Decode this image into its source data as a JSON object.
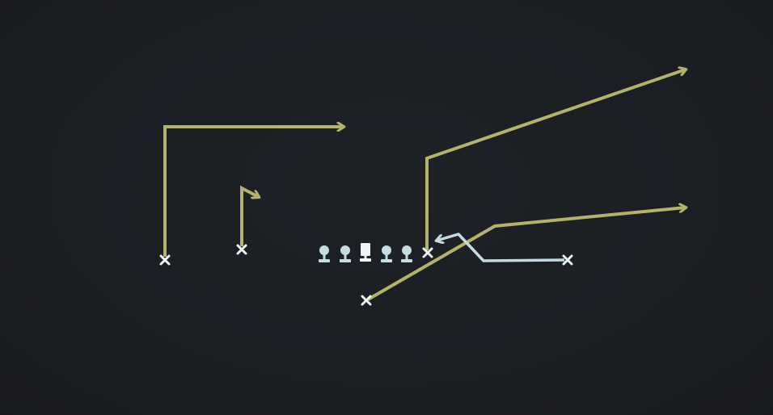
{
  "colors": {
    "background": "#1b1e23",
    "route": "#b3b36a",
    "motion": "#c5dbe3",
    "player_marker": "#f2f5f5",
    "lineman": "#c7dde4",
    "center": "#eef3f4"
  },
  "diagram": {
    "type": "football-play",
    "offensive_line": [
      {
        "role": "lineman",
        "icon": "lineman-icon"
      },
      {
        "role": "lineman",
        "icon": "lineman-icon"
      },
      {
        "role": "center",
        "icon": "center-icon"
      },
      {
        "role": "lineman",
        "icon": "lineman-icon"
      },
      {
        "role": "lineman",
        "icon": "lineman-icon"
      }
    ],
    "skill_players": [
      {
        "id": "wide-receiver-left",
        "marker": "x-icon",
        "route": "corner-out",
        "route_type": "route"
      },
      {
        "id": "slot-receiver-left",
        "marker": "x-icon",
        "route": "short-hitch-out",
        "route_type": "route"
      },
      {
        "id": "tight-end-right",
        "marker": "x-icon",
        "route": "vertical-then-deep-crosser",
        "route_type": "route"
      },
      {
        "id": "running-back",
        "marker": "x-icon",
        "route": "diagonal-flat-out",
        "route_type": "route"
      },
      {
        "id": "wide-receiver-right",
        "marker": "x-icon",
        "route": "motion-in",
        "route_type": "motion"
      }
    ]
  }
}
